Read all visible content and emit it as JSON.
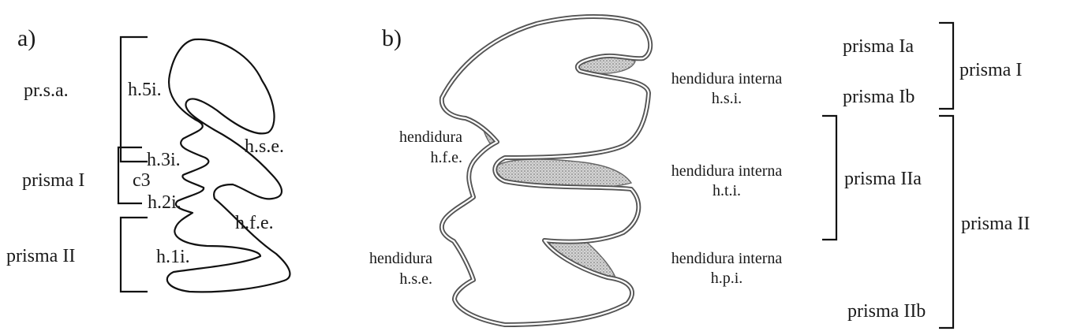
{
  "panel_a": {
    "tag": "a)",
    "brackets": {
      "prsa": "pr.s.a.",
      "prisma1": "prisma I",
      "prisma2": "prisma II"
    },
    "labels": {
      "h5i": "h.5i.",
      "hse": "h.s.e.",
      "h3i": "h.3i.",
      "c3": "c3",
      "h2i": "h.2i.",
      "hfe": "h.f.e.",
      "h1i": "h.1i."
    }
  },
  "panel_b": {
    "tag": "b)",
    "left_labels": {
      "hfe_title": "hendidura",
      "hfe_code": "h.f.e.",
      "hse_title": "hendidura",
      "hse_code": "h.s.e."
    },
    "right_labels": {
      "hsi_title": "hendidura interna",
      "hsi_code": "h.s.i.",
      "hti_title": "hendidura interna",
      "hti_code": "h.t.i.",
      "hpi_title": "hendidura interna",
      "hpi_code": "h.p.i."
    },
    "prisms": {
      "p1a": "prisma Ia",
      "p1b": "prisma Ib",
      "p1": "prisma I",
      "p2a": "prisma IIa",
      "p2b": "prisma IIb",
      "p2": "prisma II"
    }
  }
}
